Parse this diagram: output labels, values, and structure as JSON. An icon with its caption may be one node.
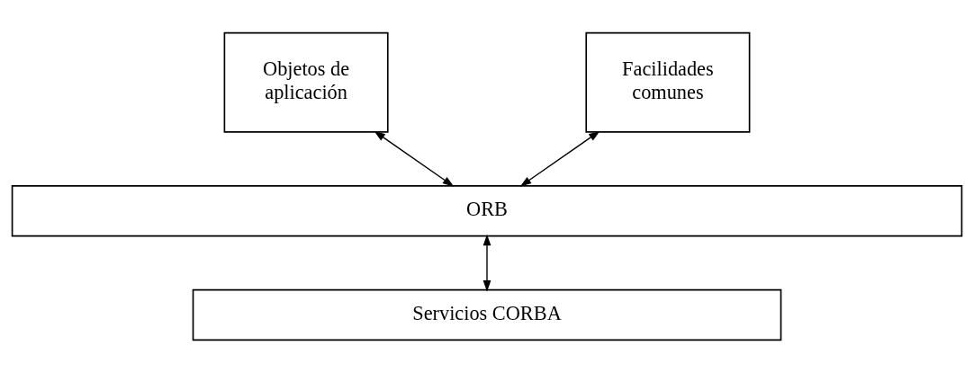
{
  "diagram": {
    "nodes": [
      {
        "text": [
          "Objetos de aplicación"
        ]
      },
      {
        "text": [
          "Facilidades comunes"
        ]
      },
      {
        "text": [
          "ORB"
        ]
      },
      {
        "text": [
          "Servicios CORBA"
        ]
      }
    ],
    "edges": [
      {
        "from": 0,
        "to": 2,
        "arrow": "both"
      },
      {
        "from": 1,
        "to": 2,
        "arrow": "both"
      },
      {
        "from": 2,
        "to": 3,
        "arrow": "both"
      }
    ]
  }
}
